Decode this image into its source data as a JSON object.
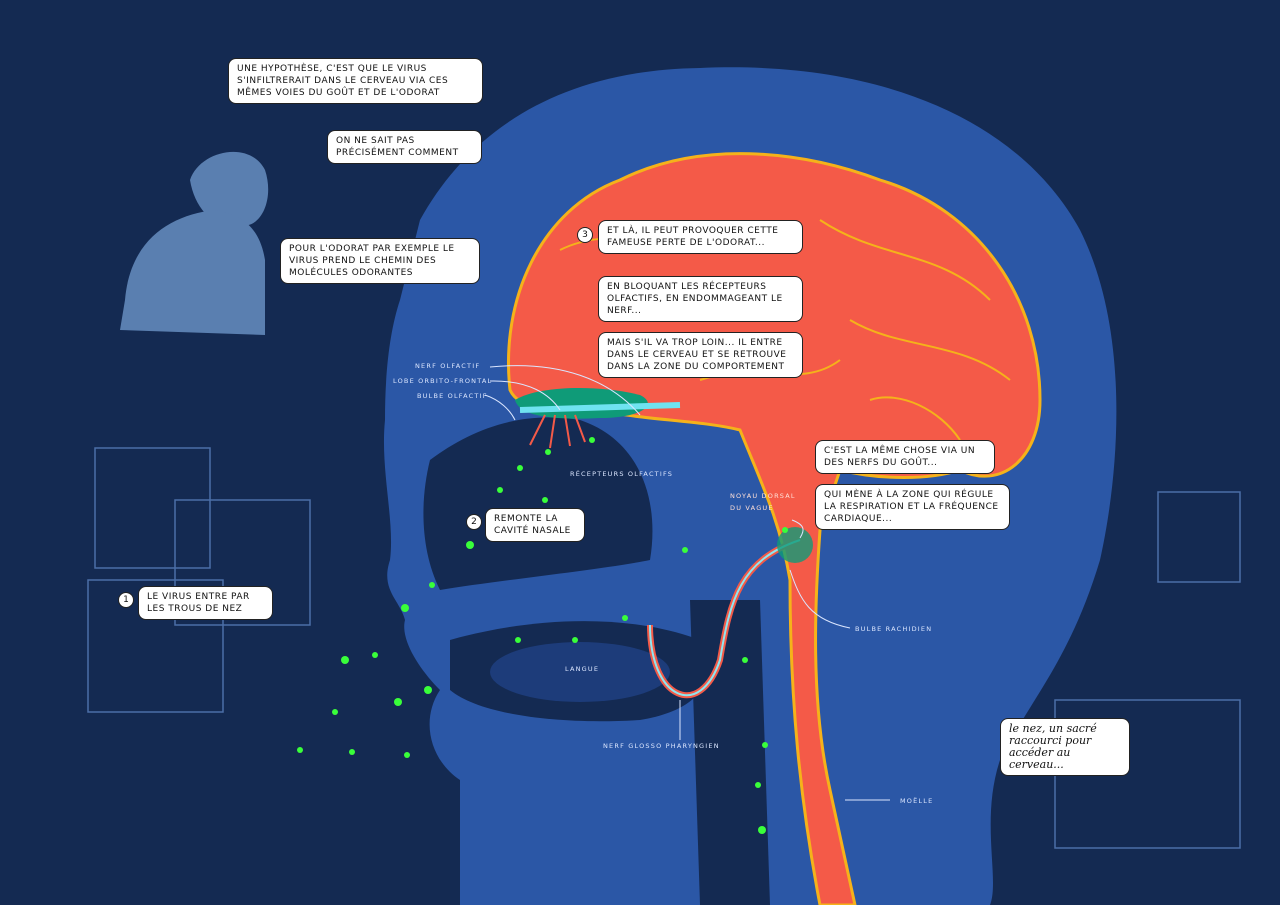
{
  "speech": {
    "hypothesis": "Une hypothèse, c'est que le virus s'infiltrerait dans le cerveau via ces mêmes voies du goût et de l'odorat",
    "unknown": "On ne sait pas précisément comment",
    "odorat": "Pour l'odorat par exemple le virus prend le chemin des molécules odorantes",
    "step3": "Et là, il peut provoquer cette fameuse perte de l'odorat...",
    "blocking": "En bloquant les récepteurs olfactifs, en endommageant le nerf...",
    "too_far": "Mais s'il va trop loin... il entre dans le cerveau et se retrouve dans la zone du comportement",
    "taste": "C'est la même chose via un des nerfs du goût...",
    "zone": "Qui mène à la zone qui régule la respiration et la fréquence cardiaque...",
    "step2": "Remonte la cavité nasale",
    "step1": "Le virus entre par les trous de nez",
    "shortcut": "le nez, un sacré raccourci pour accéder au cerveau..."
  },
  "steps": {
    "one": "1",
    "two": "2",
    "three": "3"
  },
  "labels": {
    "nerf_olfactif": "Nerf olfactif",
    "lobe": "Lobe orbito-frontal",
    "bulbe_olfactif": "Bulbe olfactif",
    "recepteurs": "Récepteurs olfactifs",
    "langue": "Langue",
    "glosso": "Nerf glosso pharyngien",
    "noyau": "Noyau dorsal du vague",
    "bulbe_rachidien": "Bulbe rachidien",
    "moelle": "Moëlle"
  },
  "colors": {
    "background": "#142a52",
    "head": "#2b57a6",
    "brain": "#f45a48",
    "brain_outline": "#f5b21a",
    "virus": "#39ff3a",
    "bulb": "#0f9b78"
  }
}
